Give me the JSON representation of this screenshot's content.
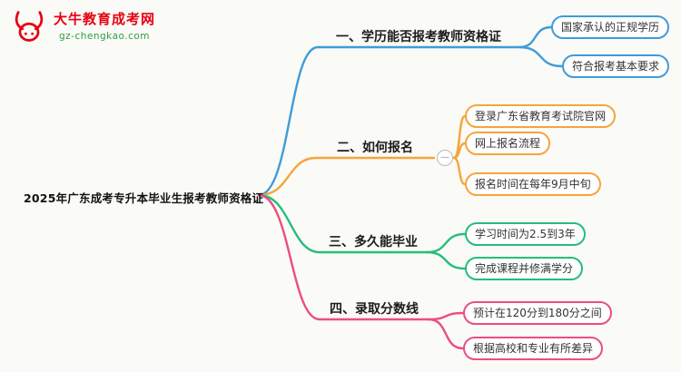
{
  "logo": {
    "title": "大牛教育成考网",
    "subtitle": "gz-chengkao.com",
    "title_color": "#e60012",
    "subtitle_color": "#2e9e46"
  },
  "root": {
    "label": "2025年广东成考专升本毕业生报考教师资格证"
  },
  "collapse_toggle": {
    "symbol": "—"
  },
  "branches": [
    {
      "label": "一、学历能否报考教师资格证",
      "color": "#3f9cd9",
      "children": [
        "国家承认的正规学历",
        "符合报考基本要求"
      ]
    },
    {
      "label": "二、如何报名",
      "color": "#f5a53c",
      "children": [
        "登录广东省教育考试院官网",
        "网上报名流程",
        "报名时间在每年9月中旬"
      ]
    },
    {
      "label": "三、多久能毕业",
      "color": "#25bd7c",
      "children": [
        "学习时间为2.5到3年",
        "完成课程并修满学分"
      ]
    },
    {
      "label": "四、录取分数线",
      "color": "#ec4d83",
      "children": [
        "预计在120分到180分之间",
        "根据高校和专业有所差异"
      ]
    }
  ]
}
